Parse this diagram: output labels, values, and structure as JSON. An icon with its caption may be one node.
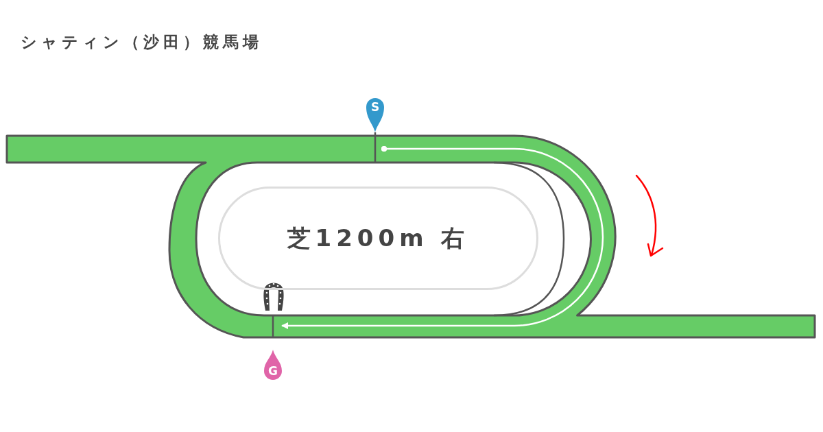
{
  "diagram": {
    "title": "シャティン（沙田）競馬場",
    "nodes": [
      {
        "text": [
          "S"
        ]
      },
      {
        "text": [
          "G"
        ]
      },
      {
        "text": [
          "芝1200m 右"
        ]
      }
    ],
    "edges": [
      {
        "from": 0,
        "to": 1,
        "arrow": "to",
        "color": "#ffffff"
      }
    ]
  }
}
